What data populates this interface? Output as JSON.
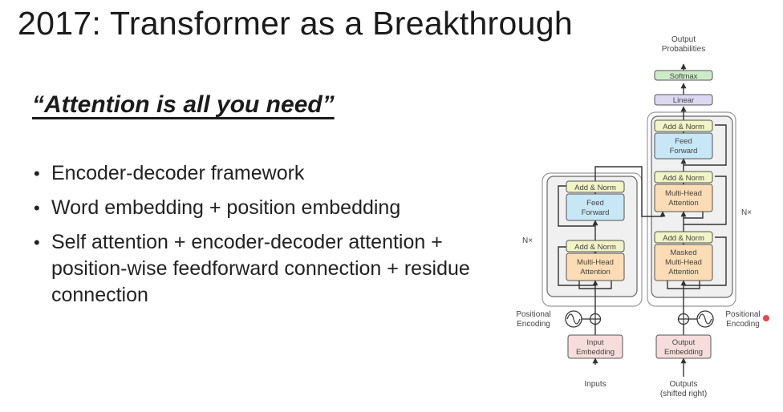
{
  "slide": {
    "title": "2017: Transformer as a Breakthrough",
    "subtitle": "“Attention is all you need”",
    "bullets": [
      "Encoder-decoder framework",
      "Word embedding + position embedding",
      "Self attention + encoder-decoder attention + position-wise feedforward connection + residue connection"
    ]
  },
  "diagram": {
    "output_probabilities": [
      "Output",
      "Probabilities"
    ],
    "softmax": "Softmax",
    "linear": "Linear",
    "add_norm": "Add & Norm",
    "feed_forward": [
      "Feed",
      "Forward"
    ],
    "multi_head_attention": [
      "Multi-Head",
      "Attention"
    ],
    "masked_multi_head_attention": [
      "Masked",
      "Multi-Head",
      "Attention"
    ],
    "nx": "N×",
    "positional_encoding": [
      "Positional",
      "Encoding"
    ],
    "input_embedding": [
      "Input",
      "Embedding"
    ],
    "output_embedding": [
      "Output",
      "Embedding"
    ],
    "inputs": "Inputs",
    "outputs": [
      "Outputs",
      "(shifted right)"
    ],
    "colors": {
      "add_norm": "#f1f4c4",
      "feed_forward": "#c7e6f6",
      "attention": "#fbdcb4",
      "embedding": "#f7dcdc",
      "softmax": "#cdebc9",
      "linear": "#dcd8f2",
      "block_bg": "#f0f0f0"
    }
  }
}
